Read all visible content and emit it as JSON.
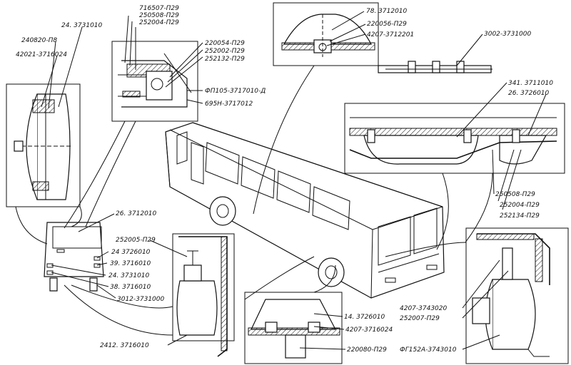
{
  "labels": {
    "l1": "24. 3731010",
    "l2": "240820-П8",
    "l3": "42021-3716024",
    "l4": "716507-П29",
    "l5": "250508-П29",
    "l6": "252004-П29",
    "l7": "220054-П29",
    "l8": "252002-П29",
    "l9": "252132-П29",
    "l10": "ФП105-3717010-Д",
    "l11": "695Н-3717012",
    "l12": "78. 3712010",
    "l13": "220056-П29",
    "l14": "4207-3712201",
    "l15": "3002-3731000",
    "l16": "341. 3711010",
    "l17": "26. 3726010",
    "l18": "250508-П29",
    "l19": "252004-П29",
    "l20": "252134-П29",
    "l21": "26. 3712010",
    "l22": "252005-П29",
    "l23": "24 3726010",
    "l24": "39. 3716010",
    "l25": "24. 3731010",
    "l26": "38. 3716010",
    "l27": "3012-3731000",
    "l28": "2412. 3716010",
    "l29": "14. 3726010",
    "l30": "4207-3716024",
    "l31": "220080-П29",
    "l32": "4207-3743020",
    "l33": "252007-П29",
    "l34": "ФГ152А-3743010"
  }
}
